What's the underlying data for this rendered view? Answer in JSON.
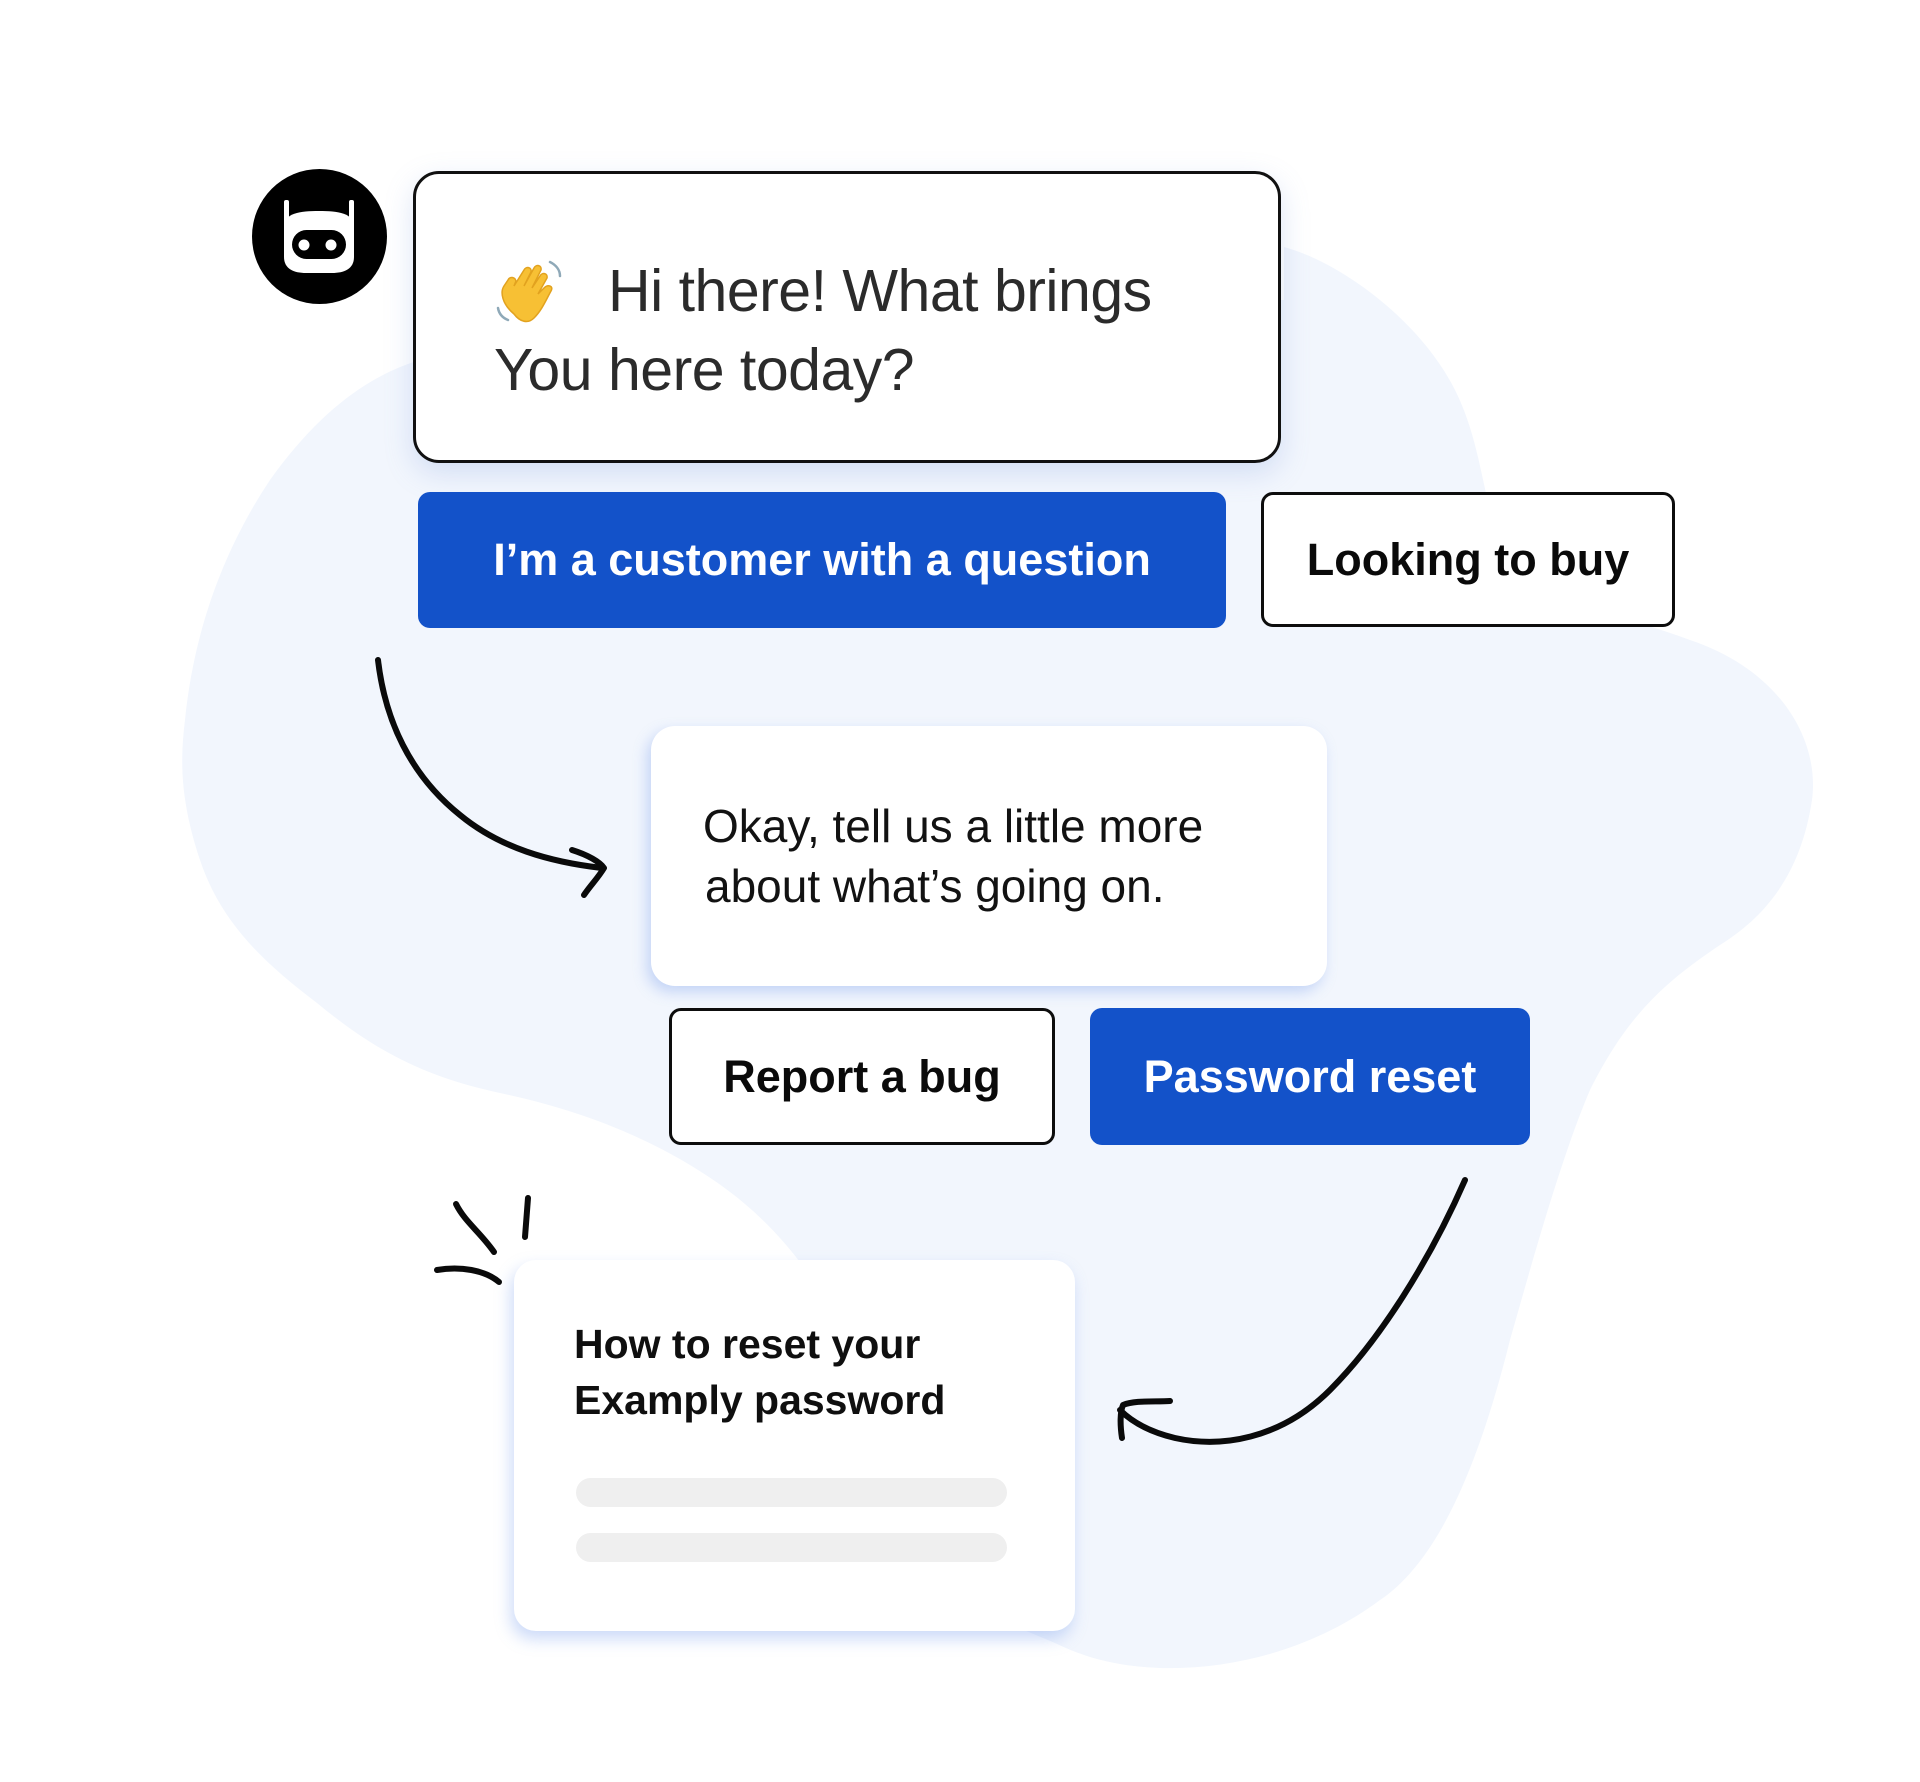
{
  "colors": {
    "background": "#ffffff",
    "blob": "#F2F6FD",
    "primary_blue": "#1352C9",
    "ink": "#0d0d0d"
  },
  "bot": {
    "avatar_icon": "robot-icon"
  },
  "greeting": {
    "emoji_icon": "waving-hand-icon",
    "line1": "Hi there! What brings",
    "line2": "You here today?"
  },
  "first_choices": [
    {
      "label": "I’m a customer with a question",
      "style": "primary",
      "selected": true
    },
    {
      "label": "Looking to buy",
      "style": "outline",
      "selected": false
    }
  ],
  "follow_up": {
    "line1": "Okay, tell us a little more",
    "line2": "about what’s going on."
  },
  "second_choices": [
    {
      "label": "Report a bug",
      "style": "outline",
      "selected": false
    },
    {
      "label": "Password reset",
      "style": "primary",
      "selected": true
    }
  ],
  "article_card": {
    "title_line1": "How to reset your",
    "title_line2": "Examply password",
    "placeholder_lines": 2
  },
  "decorations": {
    "arrows": [
      "curved-arrow-to-followup",
      "curved-arrow-to-article"
    ],
    "sparkle_icon": "sparkle-lines-icon"
  }
}
